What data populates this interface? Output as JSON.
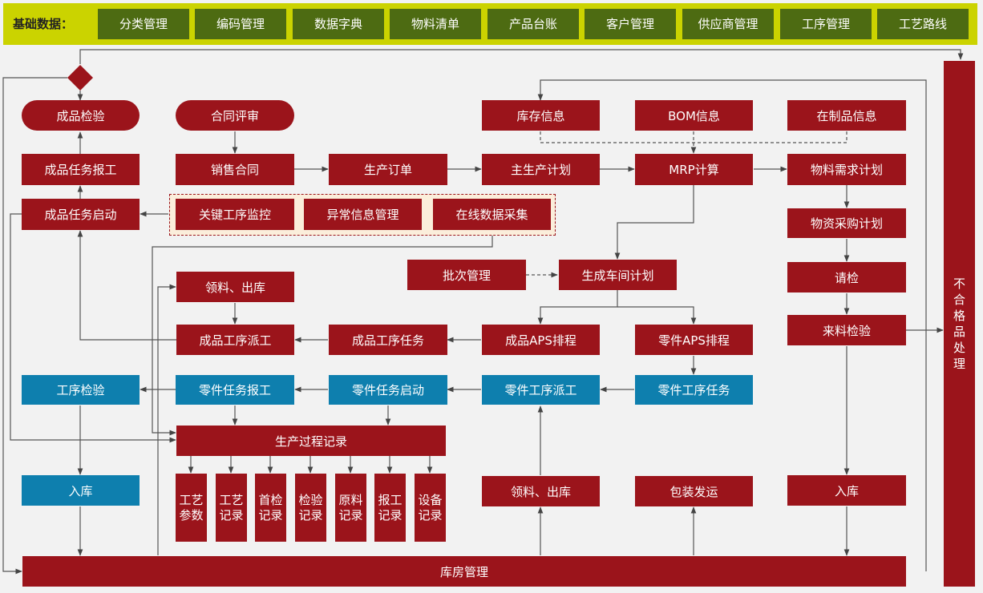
{
  "top": {
    "label": "基础数据：",
    "items": [
      "分类管理",
      "编码管理",
      "数据字典",
      "物料清单",
      "产品台账",
      "客户管理",
      "供应商管理",
      "工序管理",
      "工艺路线"
    ]
  },
  "nodes": {
    "finished_inspect": "成品检验",
    "contract_review": "合同评审",
    "inventory_info": "库存信息",
    "bom_info": "BOM信息",
    "wip_info": "在制品信息",
    "finished_task_report": "成品任务报工",
    "sales_contract": "销售合同",
    "production_order": "生产订单",
    "master_plan": "主生产计划",
    "mrp": "MRP计算",
    "material_req_plan": "物料需求计划",
    "finished_task_start": "成品任务启动",
    "key_process_monitor": "关键工序监控",
    "exception_mgmt": "异常信息管理",
    "online_collect": "在线数据采集",
    "purchase_plan": "物资采购计划",
    "batch_mgmt": "批次管理",
    "workshop_plan": "生成车间计划",
    "pick_out_1": "领料、出库",
    "request_inspect": "请检",
    "finished_dispatch": "成品工序派工",
    "finished_process_task": "成品工序任务",
    "finished_aps": "成品APS排程",
    "part_aps": "零件APS排程",
    "incoming_inspect": "来料检验",
    "process_inspect": "工序检验",
    "part_task_report": "零件任务报工",
    "part_task_start": "零件任务启动",
    "part_dispatch": "零件工序派工",
    "part_process_task": "零件工序任务",
    "production_record": "生产过程记录",
    "stock_in_1": "入库",
    "pick_out_2": "领料、出库",
    "pack_ship": "包装发运",
    "stock_in_2": "入库",
    "warehouse": "库房管理",
    "nonconforming": "不合格品处理"
  },
  "records": [
    "工艺参数",
    "工艺记录",
    "首检记录",
    "检验记录",
    "原料记录",
    "报工记录",
    "设备记录"
  ],
  "colors": {
    "red": "#9b141b",
    "blue": "#0e7fae",
    "olive": "#4d6b12",
    "lime": "#cbd300",
    "cream": "#fbeedb",
    "line": "#555555"
  }
}
